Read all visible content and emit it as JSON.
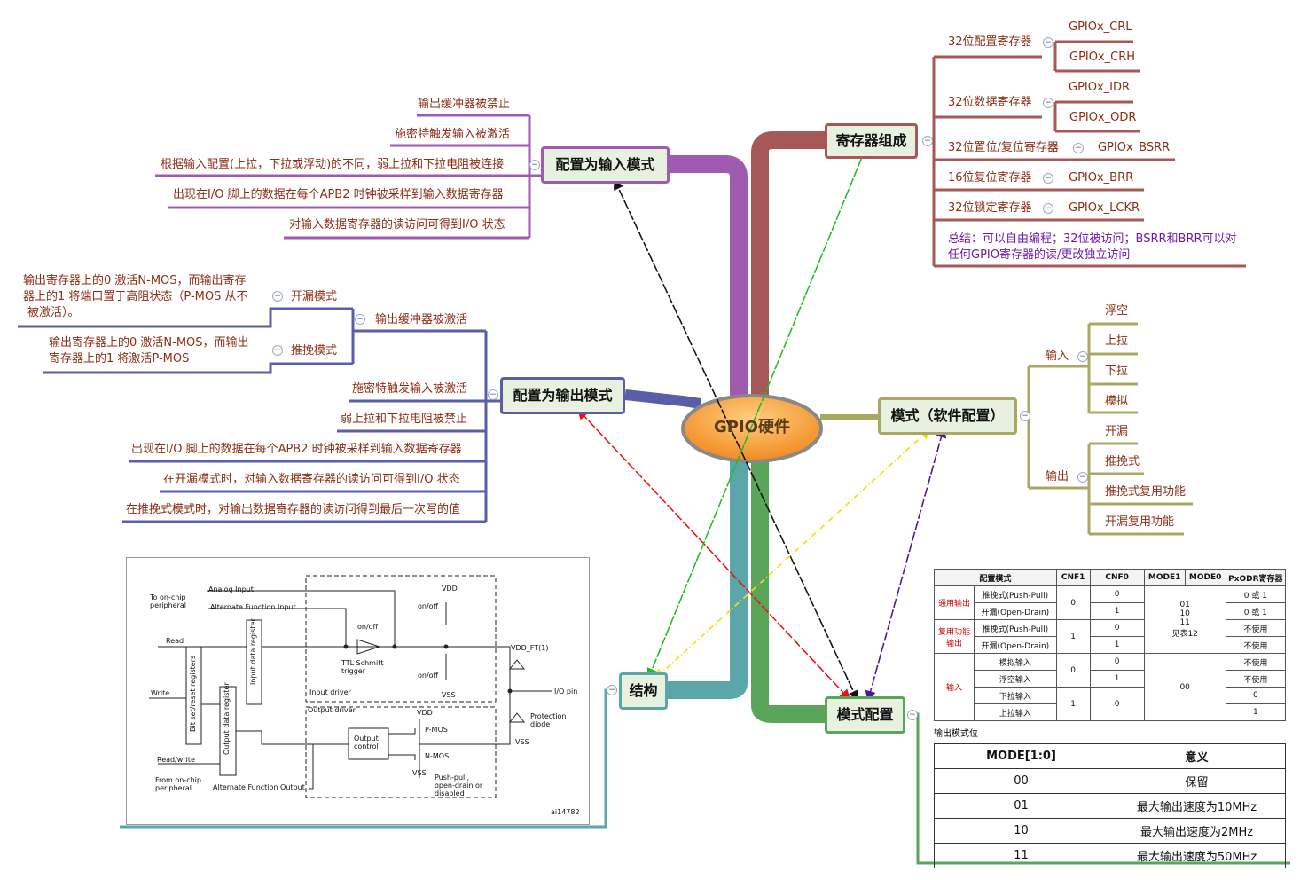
{
  "center": {
    "label": "GPIO硬件"
  },
  "registers": {
    "title": "寄存器组成",
    "r32cfg": "32位配置寄存器",
    "crl": "GPIOx_CRL",
    "crh": "GPIOx_CRH",
    "r32data": "32位数据寄存器",
    "idr": "GPIOx_IDR",
    "odr": "GPIOx_ODR",
    "r32bsr": "32位置位/复位寄存器",
    "bsrr": "GPIOx_BSRR",
    "r16": "16位复位寄存器",
    "brr": "GPIOx_BRR",
    "r32lock": "32位锁定寄存器",
    "lckr": "GPIOx_LCKR",
    "summary1": "总结：可以自由编程；32位被访问；BSRR和BRR可以对",
    "summary2": "任何GPIO寄存器的读/更改独立访问"
  },
  "input_mode": {
    "title": "配置为输入模式",
    "items": [
      "输出缓冲器被禁止",
      "施密特触发输入被激活",
      "根据输入配置(上拉，下拉或浮动)的不同，弱上拉和下拉电阻被连接",
      "出现在I/O 脚上的数据在每个APB2 时钟被采样到输入数据寄存器",
      "对输入数据寄存器的读访问可得到I/O 状态"
    ]
  },
  "output_mode": {
    "title": "配置为输出模式",
    "buffer": "输出缓冲器被激活",
    "od_label": "开漏模式",
    "od_desc": [
      "输出寄存器上的0 激活N-MOS，而输出寄存",
      "器上的1 将端口置于高阻状态（P-MOS 从不",
      "被激活）。"
    ],
    "pp_label": "推挽模式",
    "pp_desc": [
      "输出寄存器上的0 激活N-MOS，而输出",
      "寄存器上的1 将激活P-MOS"
    ],
    "items": [
      "施密特触发输入被激活",
      "弱上拉和下拉电阻被禁止",
      "出现在I/O 脚上的数据在每个APB2 时钟被采样到输入数据寄存器",
      "在开漏模式时，对输入数据寄存器的读访问可得到I/O 状态",
      "在推挽式模式时，对输出数据寄存器的读访问得到最后一次写的值"
    ]
  },
  "soft_mode": {
    "title": "模式（软件配置）",
    "input": "输入",
    "input_items": [
      "浮空",
      "上拉",
      "下拉",
      "模拟"
    ],
    "output": "输出",
    "output_items": [
      "开漏",
      "推挽式",
      "推挽式复用功能",
      "开漏复用功能"
    ]
  },
  "structure": {
    "title": "结构"
  },
  "mode_config": {
    "title": "模式配置"
  },
  "config_table": {
    "headers": [
      "配置模式",
      "CNF1",
      "CNF0",
      "MODE1",
      "MODE0",
      "PxODR寄存器"
    ],
    "g1": "通用输出",
    "g2": "复用功能输出",
    "g3": "输入",
    "rows": [
      [
        "推挽式(Push-Pull)",
        "0",
        "0 或 1"
      ],
      [
        "开漏(Open-Drain)",
        "1",
        "0 或 1"
      ],
      [
        "推挽式(Push-Pull)",
        "0",
        "不使用"
      ],
      [
        "开漏(Open-Drain)",
        "1",
        "不使用"
      ],
      [
        "模拟输入",
        "0",
        "不使用"
      ],
      [
        "浮空输入",
        "1",
        "不使用"
      ],
      [
        "下拉输入",
        "0",
        "0"
      ],
      [
        "上拉输入",
        "0",
        "1"
      ]
    ],
    "cnf1": [
      "0",
      "1",
      "0",
      "1"
    ],
    "mode_vals": [
      "01",
      "10",
      "11",
      "见表12"
    ],
    "mode_in": "00"
  },
  "mode_table": {
    "caption": "输出模式位",
    "headers": [
      "MODE[1:0]",
      "意义"
    ],
    "rows": [
      [
        "00",
        "保留"
      ],
      [
        "01",
        "最大输出速度为10MHz"
      ],
      [
        "10",
        "最大输出速度为2MHz"
      ],
      [
        "11",
        "最大输出速度为50MHz"
      ]
    ]
  },
  "schematic": {
    "to_chip": "To on-chip",
    "peripheral": "peripheral",
    "analog": "Analog Input",
    "alt_in": "Alternate Function Input",
    "read": "Read",
    "write": "Write",
    "read_write": "Read/write",
    "from_chip": "From on-chip",
    "peripheral2": "peripheral",
    "alt_out": "Alternate Function Output",
    "bsr": "Bit set/reset registers",
    "odr": "Output data register",
    "idr": "Input data register",
    "onoff1": "on/off",
    "onoff2": "on/off",
    "onoff3": "on/off",
    "ttl": "TTL Schmitt",
    "trigger": "trigger",
    "input_driver": "Input driver",
    "output_driver": "Output driver",
    "output_control": "Output",
    "control": "control",
    "vdd": "VDD",
    "vss": "VSS",
    "vdd_ft": "VDD_FT(1)",
    "io_pin": "I/O pin",
    "protection": "Protection",
    "diode": "diode",
    "vdd2": "VDD",
    "pmos": "P-MOS",
    "nmos": "N-MOS",
    "vss2": "VSS",
    "vss3": "VSS",
    "push_pull": "Push-pull,",
    "open_drain": "open-drain or",
    "disabled": "disabled",
    "code": "ai14782"
  },
  "colors": {
    "purple": "#a05ab0",
    "brown": "#a65757",
    "navy": "#5a5ea8",
    "teal": "#5aa6a8",
    "green": "#5aa55a",
    "olive": "#a8a860",
    "center": "#f59a2d"
  }
}
